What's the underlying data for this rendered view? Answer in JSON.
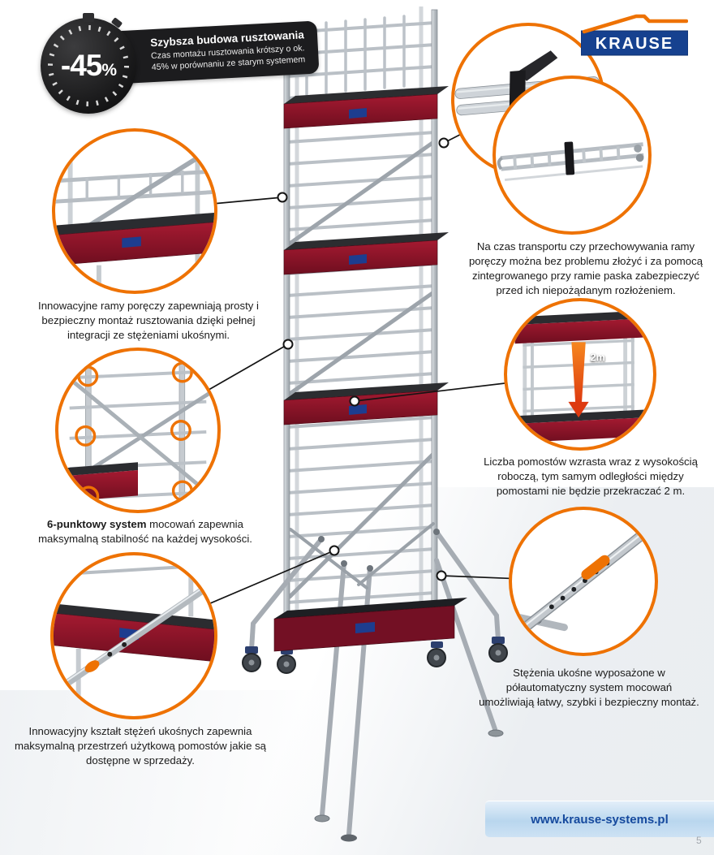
{
  "badge": {
    "percent_value": "-45",
    "percent_sign": "%",
    "title": "Szybsza budowa rusztowania",
    "body": "Czas montażu rusztowania krótszy o ok. 45% w porównaniu ze starym systemem"
  },
  "logo": {
    "brand": "KRAUSE"
  },
  "callouts": {
    "frames": {
      "text": "Innowacyjne ramy poręczy zapewniają prosty i bezpieczny montaż rusztowania dzięki pełnej integracji ze stężeniami ukośnymi."
    },
    "six_point": {
      "text_bold": "6-punktowy system",
      "text_rest": " mocowań zapewnia maksymalną stabilność na każdej wysokości."
    },
    "braces_shape": {
      "text": "Innowacyjny kształt stężeń ukośnych zapewnia maksymalną przestrzeń użytkową pomostów jakie są dostępne w sprzedaży."
    },
    "transport": {
      "text": "Na czas transportu czy przechowywania ramy poręczy można bez problemu złożyć i za pomocą zintegrowanego przy ramie paska zabezpieczyć przed ich niepożądanym rozłożeniem."
    },
    "platforms_distance": {
      "text": "Liczba pomostów wzrasta wraz z wysokością roboczą, tym samym odległości między pomostami nie będzie przekraczać 2 m.",
      "distance_label": "2m"
    },
    "semi_auto": {
      "text": "Stężenia ukośne wyposażone w półautomatyczny system mocowań umożliwiają łatwy, szybki i bezpieczny montaż."
    }
  },
  "footer": {
    "url": "www.krause-systems.pl",
    "page_number": "5"
  },
  "colors": {
    "accent_orange": "#ee7203",
    "brand_blue": "#16418f",
    "platform_red": "#8e1428"
  }
}
